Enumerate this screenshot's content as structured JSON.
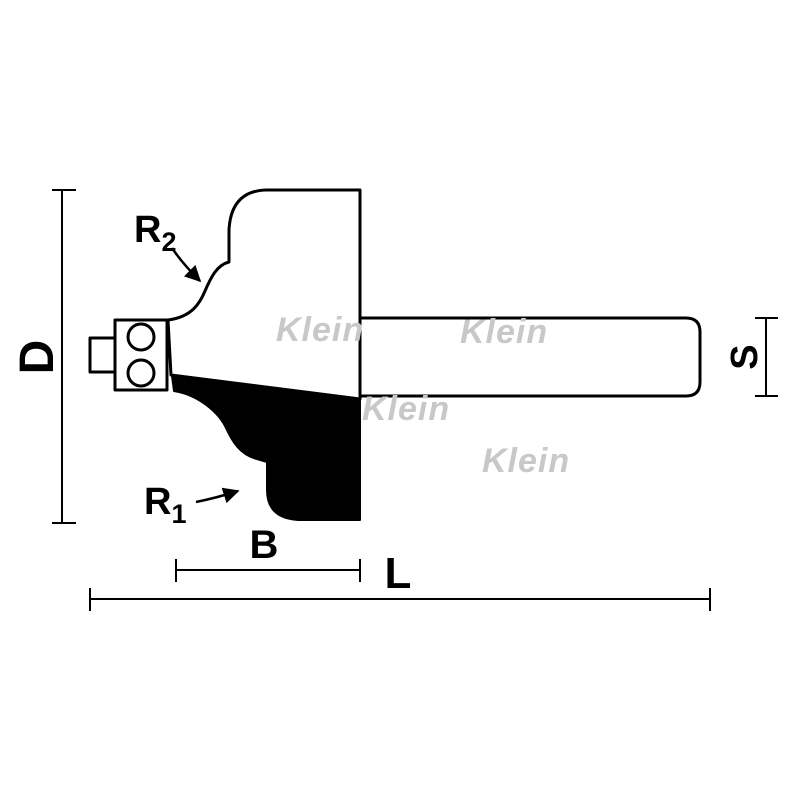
{
  "diagram": {
    "kind": "router-bit-dimension-drawing",
    "labels": {
      "diameter": "D",
      "shank_diameter": "S",
      "r2_base": "R",
      "r2_sub": "2",
      "r1_base": "R",
      "r1_sub": "1",
      "cutting_width": "B",
      "overall_length": "L"
    },
    "watermark": {
      "text": "Klein",
      "color": "#c8c8c8"
    },
    "colors": {
      "outline": "#000000",
      "body_fill": "#ffffff",
      "cutter_fill": "#000000",
      "background": "#ffffff",
      "dimension": "#000000"
    }
  }
}
